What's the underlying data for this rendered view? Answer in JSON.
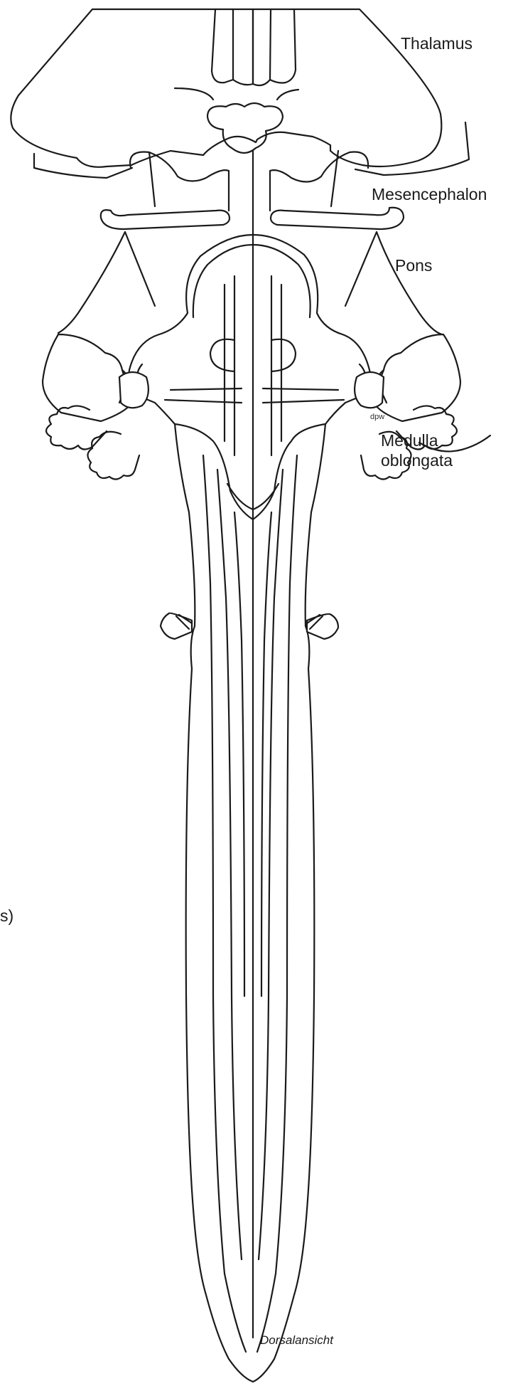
{
  "labels": {
    "thalamus": "Thalamus",
    "mesencephalon": "Mesencephalon",
    "pons": "Pons",
    "medulla_line1": "Medulla",
    "medulla_line2": "oblongata",
    "signature": "dpw",
    "edge_fragment": "s)",
    "view": "Dorsalansicht"
  },
  "colors": {
    "stroke": "#1a1a1a",
    "background": "#ffffff"
  }
}
